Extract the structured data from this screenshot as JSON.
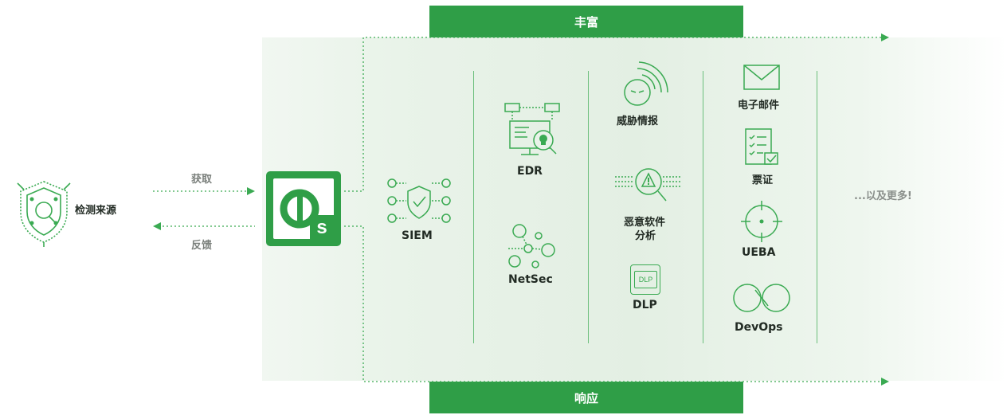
{
  "top_band": "丰富",
  "bottom_band": "响应",
  "source_label": "检测来源",
  "arrow_acquire": "获取",
  "arrow_feedback": "反馈",
  "tools": {
    "siem": "SIEM",
    "edr": "EDR",
    "netsec": "NetSec",
    "threat_intel": "威胁情报",
    "malware_line1": "恶意软件",
    "malware_line2": "分析",
    "dlp": "DLP",
    "dlp_icon_text": "DLP",
    "email": "电子邮件",
    "ticket": "票证",
    "ueba": "UEBA",
    "devops": "DevOps"
  },
  "more": "...以及更多!",
  "colors": {
    "brand_green": "#2f9e47",
    "icon_green": "#3aaa52",
    "panel_bg": "#e6f1e6"
  }
}
